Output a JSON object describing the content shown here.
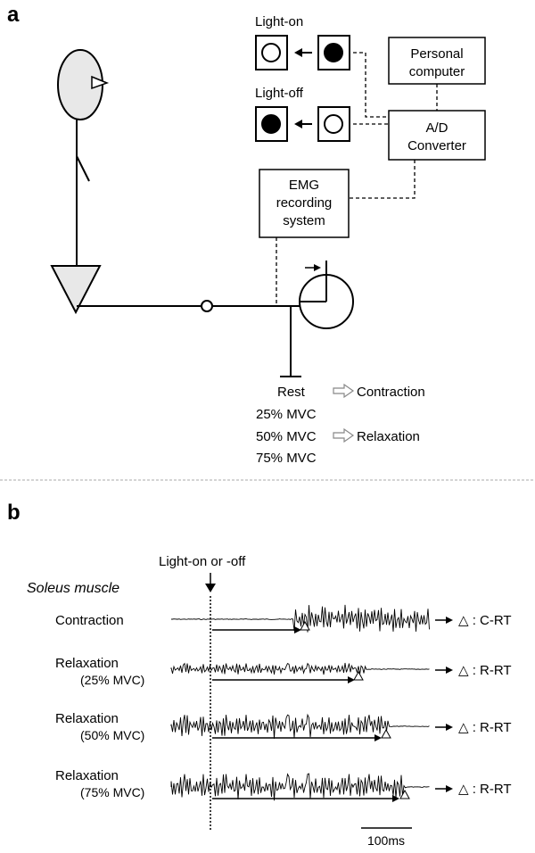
{
  "panel_a": {
    "label": "a",
    "light_on": "Light-on",
    "light_off": "Light-off",
    "personal_computer": [
      "Personal",
      "computer"
    ],
    "ad_converter": [
      "A/D",
      "Converter"
    ],
    "emg_system": [
      "EMG",
      "recording",
      "system"
    ],
    "rest": "Rest",
    "contraction": "Contraction",
    "relaxation": "Relaxation",
    "mvc_levels": [
      "25% MVC",
      "50% MVC",
      "75% MVC"
    ]
  },
  "panel_b": {
    "label": "b",
    "stimulus": "Light-on or -off",
    "muscle": "Soleus muscle",
    "traces": [
      {
        "label": [
          "Contraction"
        ],
        "result": "△ : C-RT"
      },
      {
        "label": [
          "Relaxation",
          "(25% MVC)"
        ],
        "result": "△ : R-RT"
      },
      {
        "label": [
          "Relaxation",
          "(50% MVC)"
        ],
        "result": "△ : R-RT"
      },
      {
        "label": [
          "Relaxation",
          "(75% MVC)"
        ],
        "result": "△ : R-RT"
      }
    ],
    "scale_bar": "100ms"
  }
}
